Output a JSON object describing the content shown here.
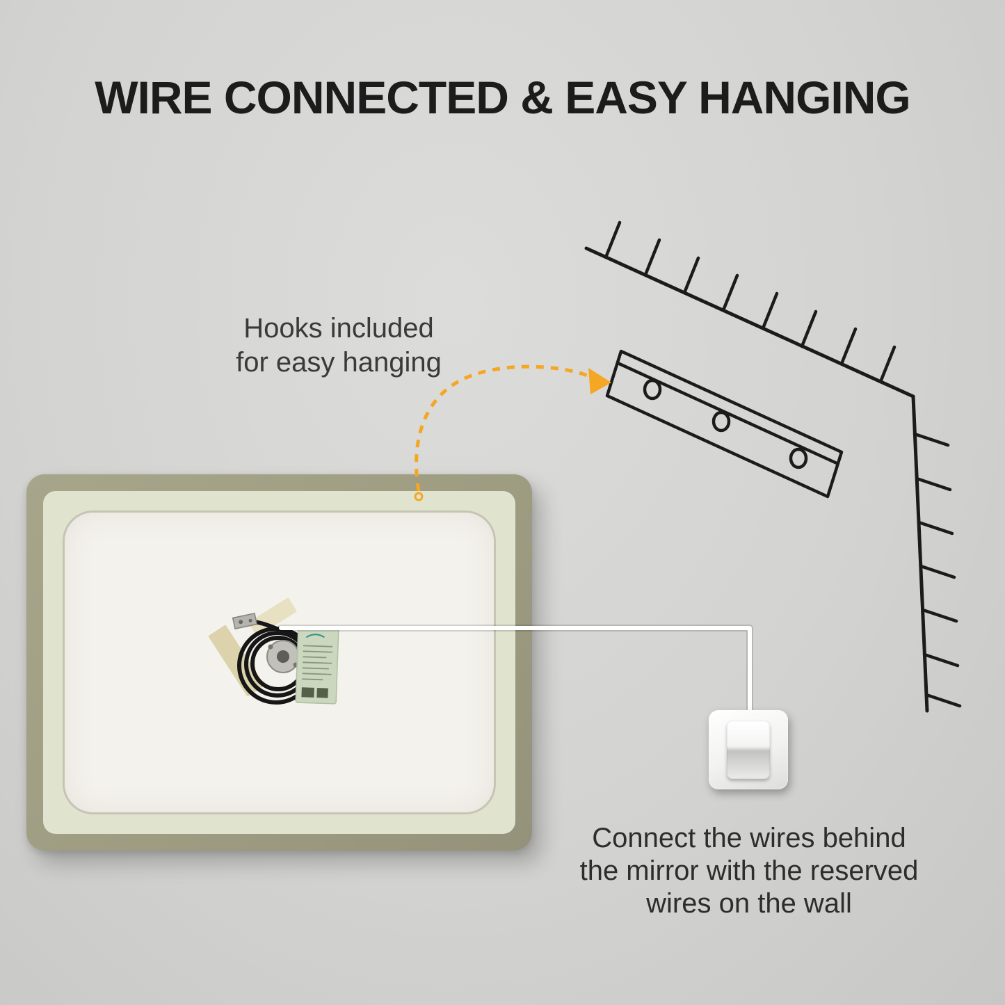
{
  "page": {
    "title": "WIRE CONNECTED & EASY HANGING"
  },
  "annotations": {
    "hooks_line1": "Hooks included",
    "hooks_line2": "for easy hanging",
    "connect_line1": "Connect the wires behind",
    "connect_line2": "the mirror with the reserved",
    "connect_line3": "wires on the wall"
  },
  "icons": {
    "hanging_bracket": "wall-cleat-rail-drawing",
    "wall_corner": "wall-corner-hatch-drawing",
    "arrow": "dashed-curved-arrow",
    "light_switch": "rocker-light-switch",
    "wire": "reserved-wall-wire",
    "coil": "coiled-power-cord",
    "label": "product-label-sticker"
  },
  "colors": {
    "accent_orange": "#F5A623",
    "wall_gray": "#D3D3D1",
    "line_black": "#1B1B1B",
    "mirror_frame": "#9E9C81",
    "mirror_ring": "#E0E4CF",
    "mirror_panel": "#F4F2EC",
    "wire_white": "#FFFFFF"
  }
}
